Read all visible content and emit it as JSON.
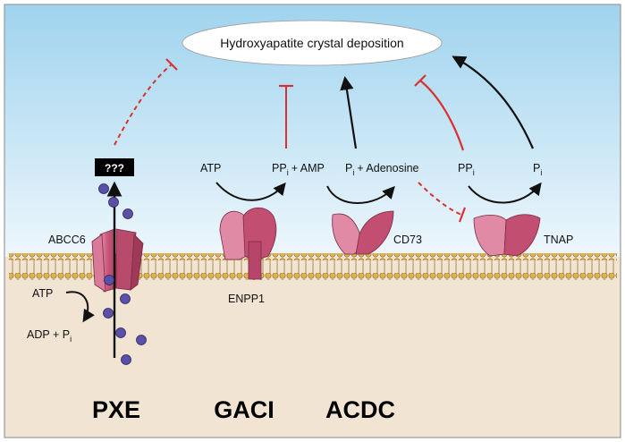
{
  "target": "Hydroxyapatite crystal deposition",
  "unknown_box": "???",
  "proteins": {
    "abcc6": "ABCC6",
    "enpp1": "ENPP1",
    "cd73": "CD73",
    "tnap": "TNAP"
  },
  "reactions": {
    "atp_top": "ATP",
    "ppi_1": "PP",
    "ppi_1_sub": "i",
    "plus_amp": "+ AMP",
    "pi_1": "P",
    "pi_1_sub": "i",
    "plus_adenosine": "+ Adenosine",
    "ppi_2": "PP",
    "ppi_2_sub": "i",
    "pi_2": "P",
    "pi_2_sub": "i"
  },
  "atp_hydrolysis": {
    "atp": "ATP",
    "adp": "ADP + P",
    "adp_sub": "i"
  },
  "diseases": [
    "PXE",
    "GACI",
    "ACDC"
  ],
  "colors": {
    "sky_top": "#9fd3ee",
    "sky_bottom": "#eaf5fb",
    "cytoplasm": "#f2e4d2",
    "protein": "#c45678",
    "protein_light": "#e79bb3",
    "lipid_head": "#e2b24e",
    "molecule": "#5a50a8",
    "inhibit": "#d93030",
    "arrow": "#111111"
  }
}
